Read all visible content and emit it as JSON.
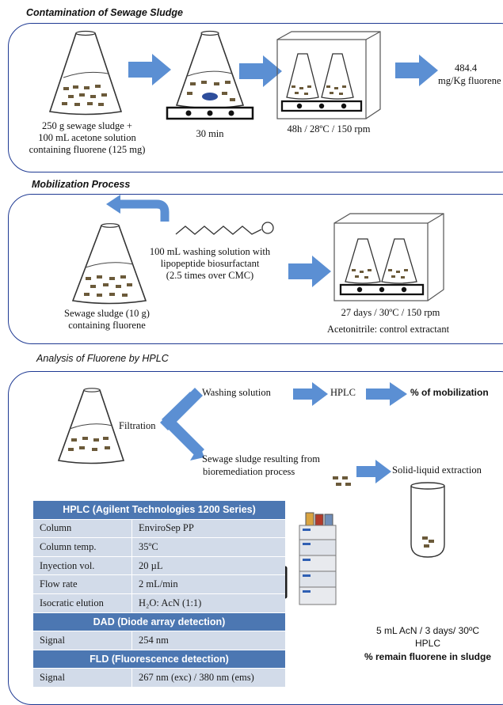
{
  "section1": {
    "title": "Contamination of Sewage Sludge",
    "flask1_caption": [
      "250 g sewage sludge +",
      "100 mL acetone solution",
      "containing fluorene (125 mg)"
    ],
    "stir_caption": "30 min",
    "incubator_caption": "48h / 28ºC / 150 rpm",
    "result": [
      "484.4",
      "mg/Kg fluorene"
    ]
  },
  "section2": {
    "title": "Mobilization Process",
    "washing_text": [
      "100 mL washing solution with",
      "lipopeptide biosurfactant",
      "(2.5 times over CMC)"
    ],
    "flask_caption": [
      "Sewage sludge (10 g)",
      "containing fluorene"
    ],
    "incubator_caption": "27 days / 30ºC / 150 rpm",
    "control_text": "Acetonitrile: control extractant"
  },
  "section3": {
    "title": "Analysis of Fluorene by HPLC",
    "filtration": "Filtration",
    "washing_solution": "Washing solution",
    "hplc_box": "HPLC",
    "mobilization": "% of mobilization",
    "sludge_text": [
      "Sewage sludge resulting from",
      "bioremediation process"
    ],
    "extraction": "Solid-liquid extraction",
    "tube_caption": [
      "5 mL AcN / 3 days/ 30ºC",
      "HPLC"
    ],
    "remain": "% remain fluorene in sludge"
  },
  "hplc_table": {
    "header": "HPLC (Agilent Technologies 1200 Series)",
    "rows": [
      [
        "Column",
        "EnviroSep PP"
      ],
      [
        "Column temp.",
        "35ºC"
      ],
      [
        "Inyection vol.",
        "20 µL"
      ],
      [
        "Flow rate",
        "2 mL/min"
      ],
      [
        "Isocratic elution",
        "H₂O: AcN (1:1)"
      ]
    ],
    "dad_header": "DAD (Diode array detection)",
    "dad_rows": [
      [
        "Signal",
        "254 nm"
      ]
    ],
    "fld_header": "FLD (Fluorescence detection)",
    "fld_rows": [
      [
        "Signal",
        "267 nm (exc) / 380 nm (ems)"
      ]
    ]
  },
  "colors": {
    "panel_border": "#1f3a93",
    "arrow": "#5b8fd3",
    "table_header": "#4c77b2",
    "table_row": "#d2dbe9"
  }
}
